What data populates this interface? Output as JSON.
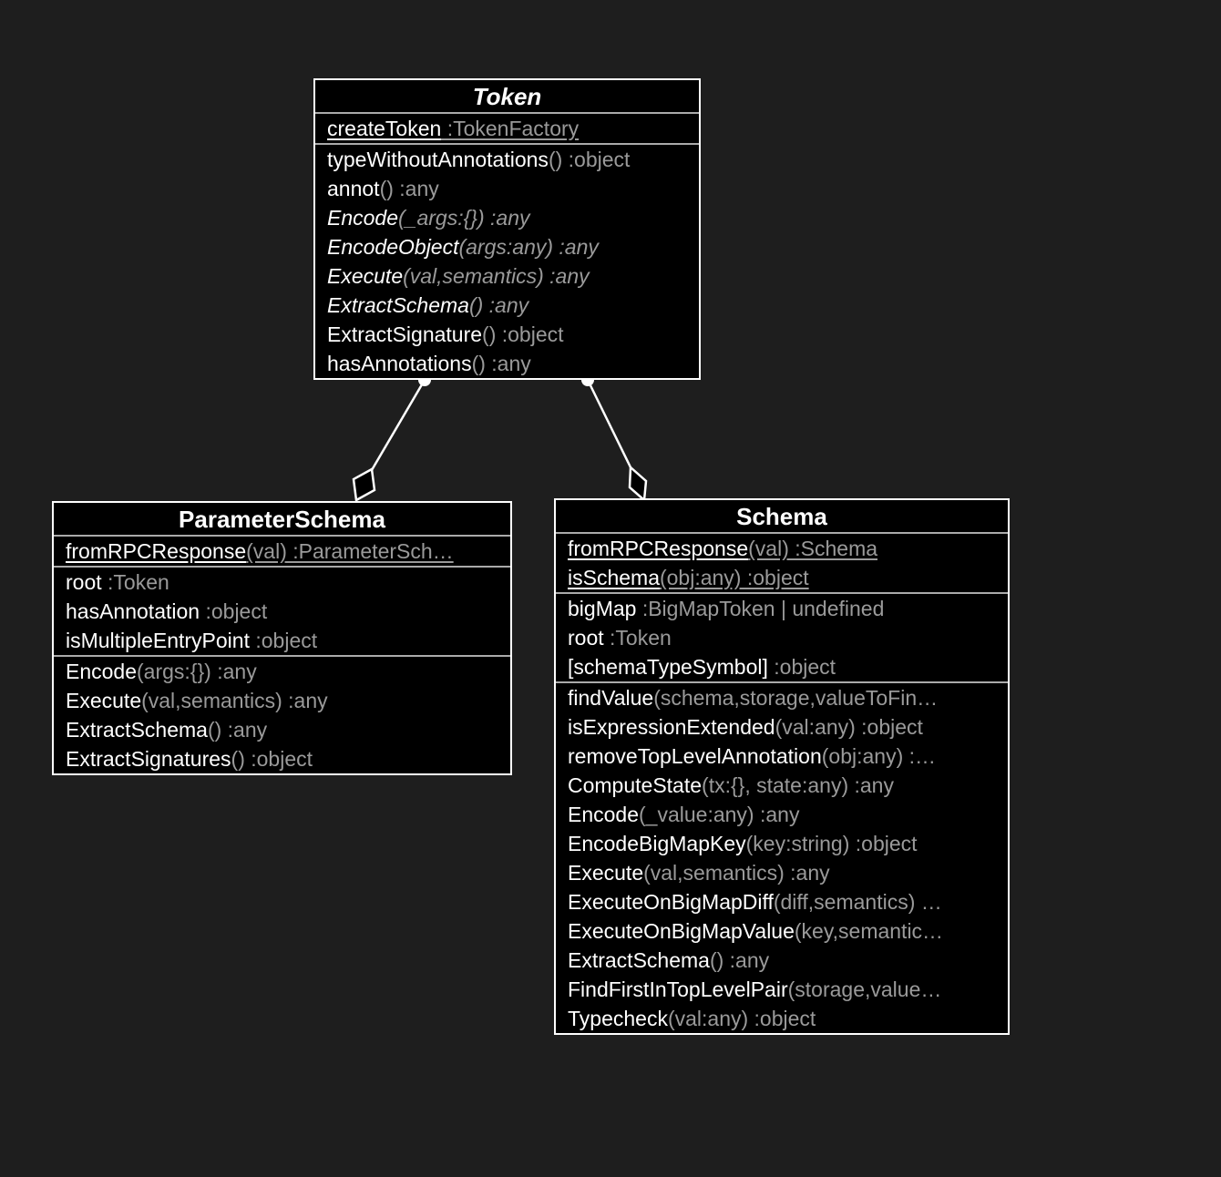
{
  "diagram_type": "uml-class-diagram",
  "colors": {
    "background": "#1e1e1e",
    "box_fill": "#000000",
    "box_border": "#ffffff",
    "section_divider": "#aaaaaa",
    "member_name": "#ffffff",
    "member_signature": "#9a9a9a"
  },
  "relationships": [
    {
      "from": "Token",
      "to": "ParameterSchema",
      "type": "aggregation",
      "source_marker": "circle",
      "target_marker": "open-diamond"
    },
    {
      "from": "Token",
      "to": "Schema",
      "type": "aggregation",
      "source_marker": "circle",
      "target_marker": "open-diamond"
    }
  ],
  "classes": [
    {
      "name": "Token",
      "abstract": true,
      "sections": [
        {
          "kind": "static-properties",
          "rows": [
            {
              "label": "createToken",
              "signature": " :TokenFactory",
              "underline": true
            }
          ]
        },
        {
          "kind": "methods",
          "rows": [
            {
              "label": "typeWithoutAnnotations",
              "signature": "() :object"
            },
            {
              "label": "annot",
              "signature": "() :any"
            },
            {
              "label": "Encode",
              "signature": "(_args:{}) :any",
              "italic": true
            },
            {
              "label": "EncodeObject",
              "signature": "(args:any) :any",
              "italic": true
            },
            {
              "label": "Execute",
              "signature": "(val,semantics) :any",
              "italic": true
            },
            {
              "label": "ExtractSchema",
              "signature": "() :any",
              "italic": true
            },
            {
              "label": "ExtractSignature",
              "signature": "() :object"
            },
            {
              "label": "hasAnnotations",
              "signature": "() :any"
            }
          ]
        }
      ]
    },
    {
      "name": "ParameterSchema",
      "abstract": false,
      "sections": [
        {
          "kind": "static-methods",
          "rows": [
            {
              "label": "fromRPCResponse",
              "signature": "(val) :ParameterSch…",
              "underline": true
            }
          ]
        },
        {
          "kind": "properties",
          "rows": [
            {
              "label": "root",
              "signature": " :Token"
            },
            {
              "label": "hasAnnotation",
              "signature": " :object"
            },
            {
              "label": "isMultipleEntryPoint",
              "signature": " :object"
            }
          ]
        },
        {
          "kind": "methods",
          "rows": [
            {
              "label": "Encode",
              "signature": "(args:{}) :any"
            },
            {
              "label": "Execute",
              "signature": "(val,semantics) :any"
            },
            {
              "label": "ExtractSchema",
              "signature": "() :any"
            },
            {
              "label": "ExtractSignatures",
              "signature": "() :object"
            }
          ]
        }
      ]
    },
    {
      "name": "Schema",
      "abstract": false,
      "sections": [
        {
          "kind": "static-methods",
          "rows": [
            {
              "label": "fromRPCResponse",
              "signature": "(val) :Schema",
              "underline": true
            },
            {
              "label": "isSchema",
              "signature": "(obj:any) :object",
              "underline": true
            }
          ]
        },
        {
          "kind": "properties",
          "rows": [
            {
              "label": "bigMap",
              "signature": " :BigMapToken | undefined"
            },
            {
              "label": "root",
              "signature": " :Token"
            },
            {
              "label": "[schemaTypeSymbol]",
              "signature": " :object"
            }
          ]
        },
        {
          "kind": "methods",
          "rows": [
            {
              "label": "findValue",
              "signature": "(schema,storage,valueToFin…"
            },
            {
              "label": "isExpressionExtended",
              "signature": "(val:any) :object"
            },
            {
              "label": "removeTopLevelAnnotation",
              "signature": "(obj:any) :…"
            },
            {
              "label": "ComputeState",
              "signature": "(tx:{}, state:any) :any"
            },
            {
              "label": "Encode",
              "signature": "(_value:any) :any"
            },
            {
              "label": "EncodeBigMapKey",
              "signature": "(key:string) :object"
            },
            {
              "label": "Execute",
              "signature": "(val,semantics) :any"
            },
            {
              "label": "ExecuteOnBigMapDiff",
              "signature": "(diff,semantics) …"
            },
            {
              "label": "ExecuteOnBigMapValue",
              "signature": "(key,semantic…"
            },
            {
              "label": "ExtractSchema",
              "signature": "() :any"
            },
            {
              "label": "FindFirstInTopLevelPair",
              "signature": "(storage,value…"
            },
            {
              "label": "Typecheck",
              "signature": "(val:any) :object"
            }
          ]
        }
      ]
    }
  ]
}
